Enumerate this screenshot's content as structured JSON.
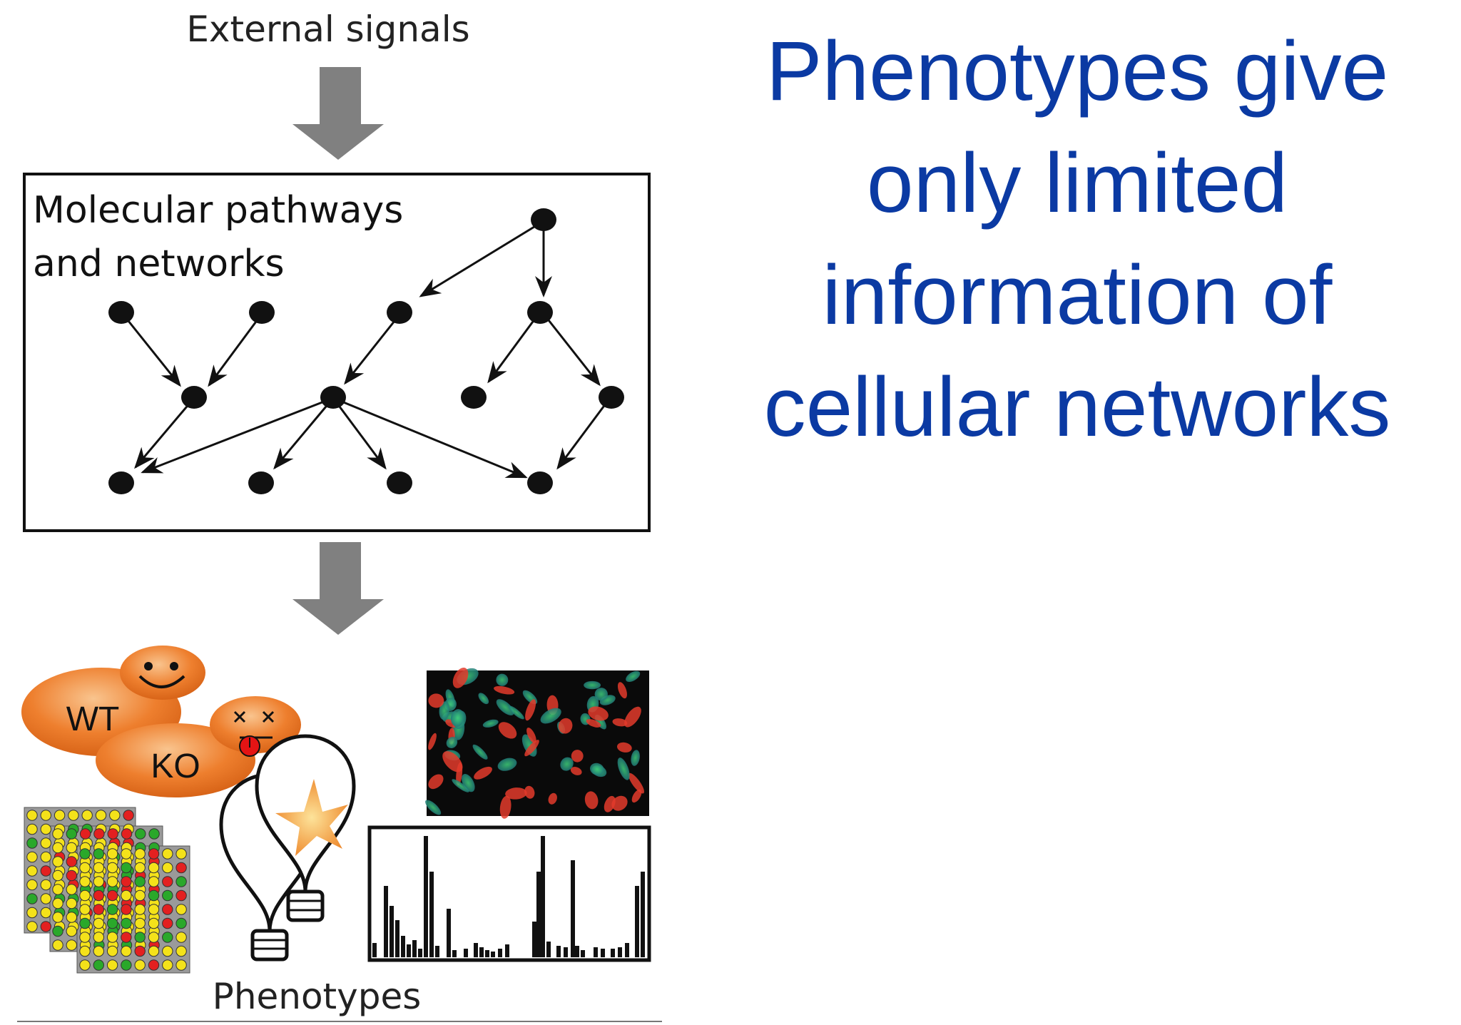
{
  "headline": {
    "lines": [
      "Phenotypes give",
      "only limited",
      "information of",
      "cellular networks"
    ],
    "color": "#0b3aa3"
  },
  "diagram": {
    "top_label": "External signals",
    "box_label_line1": "Molecular pathways",
    "box_label_line2": "and networks",
    "bottom_label": "Phenotypes",
    "organism_labels": {
      "wt": "WT",
      "ko": "KO"
    },
    "arrow_color": "#7a7a7a",
    "organism_color": "#e8732a"
  }
}
